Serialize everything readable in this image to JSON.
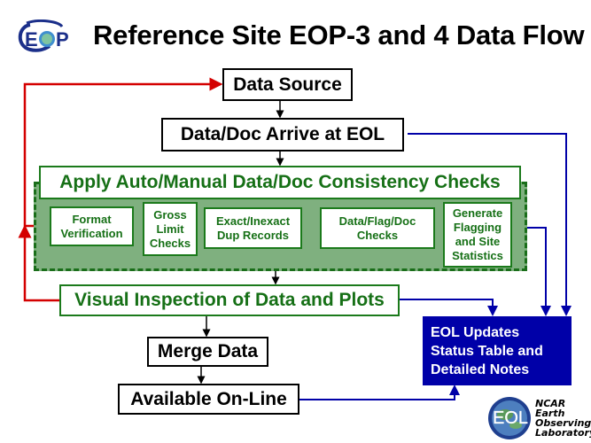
{
  "title": "Reference Site EOP-3 and 4 Data Flow",
  "logos": {
    "top_left": {
      "text": "EOP",
      "icon": "eop-logo-icon"
    },
    "bottom_right": {
      "badge_text": "EOL",
      "lines": [
        "NCAR",
        "Earth",
        "Observing",
        "Laboratory"
      ],
      "icon": "eol-globe-logo-icon"
    }
  },
  "nodes": {
    "data_source": "Data Source",
    "data_arrive": "Data/Doc Arrive at EOL",
    "consistency_checks": "Apply Auto/Manual Data/Doc Consistency Checks",
    "checks": [
      {
        "id": "format",
        "lines": [
          "Format",
          "Verification"
        ]
      },
      {
        "id": "gross",
        "lines": [
          "Gross",
          "Limit",
          "Checks"
        ]
      },
      {
        "id": "dup",
        "lines": [
          "Exact/Inexact",
          "Dup Records"
        ]
      },
      {
        "id": "flag",
        "lines": [
          "Data/Flag/Doc",
          "Checks"
        ]
      },
      {
        "id": "stats",
        "lines": [
          "Generate",
          "Flagging",
          "and Site",
          "Statistics"
        ]
      }
    ],
    "visual_inspection": "Visual Inspection of Data and Plots",
    "merge": "Merge Data",
    "available": "Available On-Line",
    "status": [
      "EOL Updates",
      "Status Table and",
      "Detailed Notes"
    ]
  },
  "colors": {
    "flow_arrow": "#000000",
    "feedback_arrow": "#d40000",
    "status_arrow": "#0000a8",
    "check_green": "#167016",
    "check_panel": "#7fb07f",
    "status_box": "#0000a8"
  }
}
